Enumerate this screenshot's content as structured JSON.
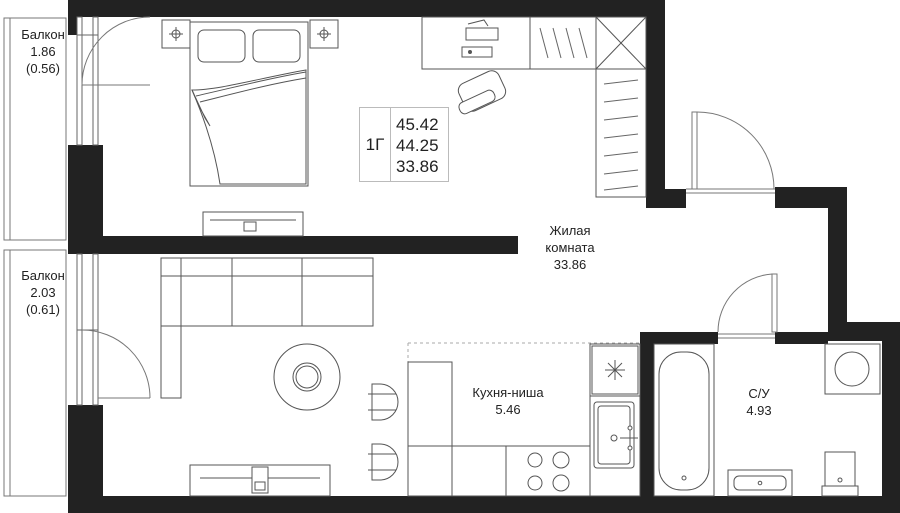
{
  "apartment": {
    "type_code": "1Г",
    "areas": [
      "45.42",
      "44.25",
      "33.86"
    ]
  },
  "rooms": {
    "balcony_1": {
      "name": "Балкон",
      "area": "1.86",
      "area_reduced": "(0.56)"
    },
    "balcony_2": {
      "name": "Балкон",
      "area": "2.03",
      "area_reduced": "(0.61)"
    },
    "living": {
      "name_line1": "Жилая",
      "name_line2": "комната",
      "area": "33.86"
    },
    "kitchen": {
      "name": "Кухня-ниша",
      "area": "5.46"
    },
    "bathroom": {
      "name": "С/У",
      "area": "4.93"
    }
  },
  "colors": {
    "wall": "#222222",
    "line": "#777777",
    "furniture_fill": "#ffffff"
  }
}
